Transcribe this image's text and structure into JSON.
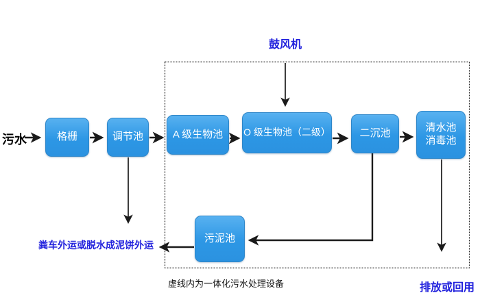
{
  "diagram": {
    "influent_label": "污水",
    "blower_label": "鼓风机",
    "nodes": {
      "grating": "格栅",
      "regulating_tank": "调节池",
      "a_bio_tank": "A 级生物池",
      "o_bio_tank": "O 级生物池（二级）",
      "secondary_sedimentation_tank": "二沉池",
      "clear_water_tank_line1": "清水池",
      "clear_water_tank_line2": "消毒池",
      "sludge_tank": "污泥池"
    },
    "annotations": {
      "sludge_disposal": "粪车外运或脱水成泥饼外运",
      "dashed_box_caption": "虚线内为一体化污水处理设备",
      "effluent": "排放或回用"
    },
    "colors": {
      "box_fill_top": "#58B1F0",
      "box_fill_bottom": "#2D97E5",
      "box_border": "#2E86C8",
      "blue_text": "#2222DD",
      "arrow": "#1A1A1A"
    }
  }
}
